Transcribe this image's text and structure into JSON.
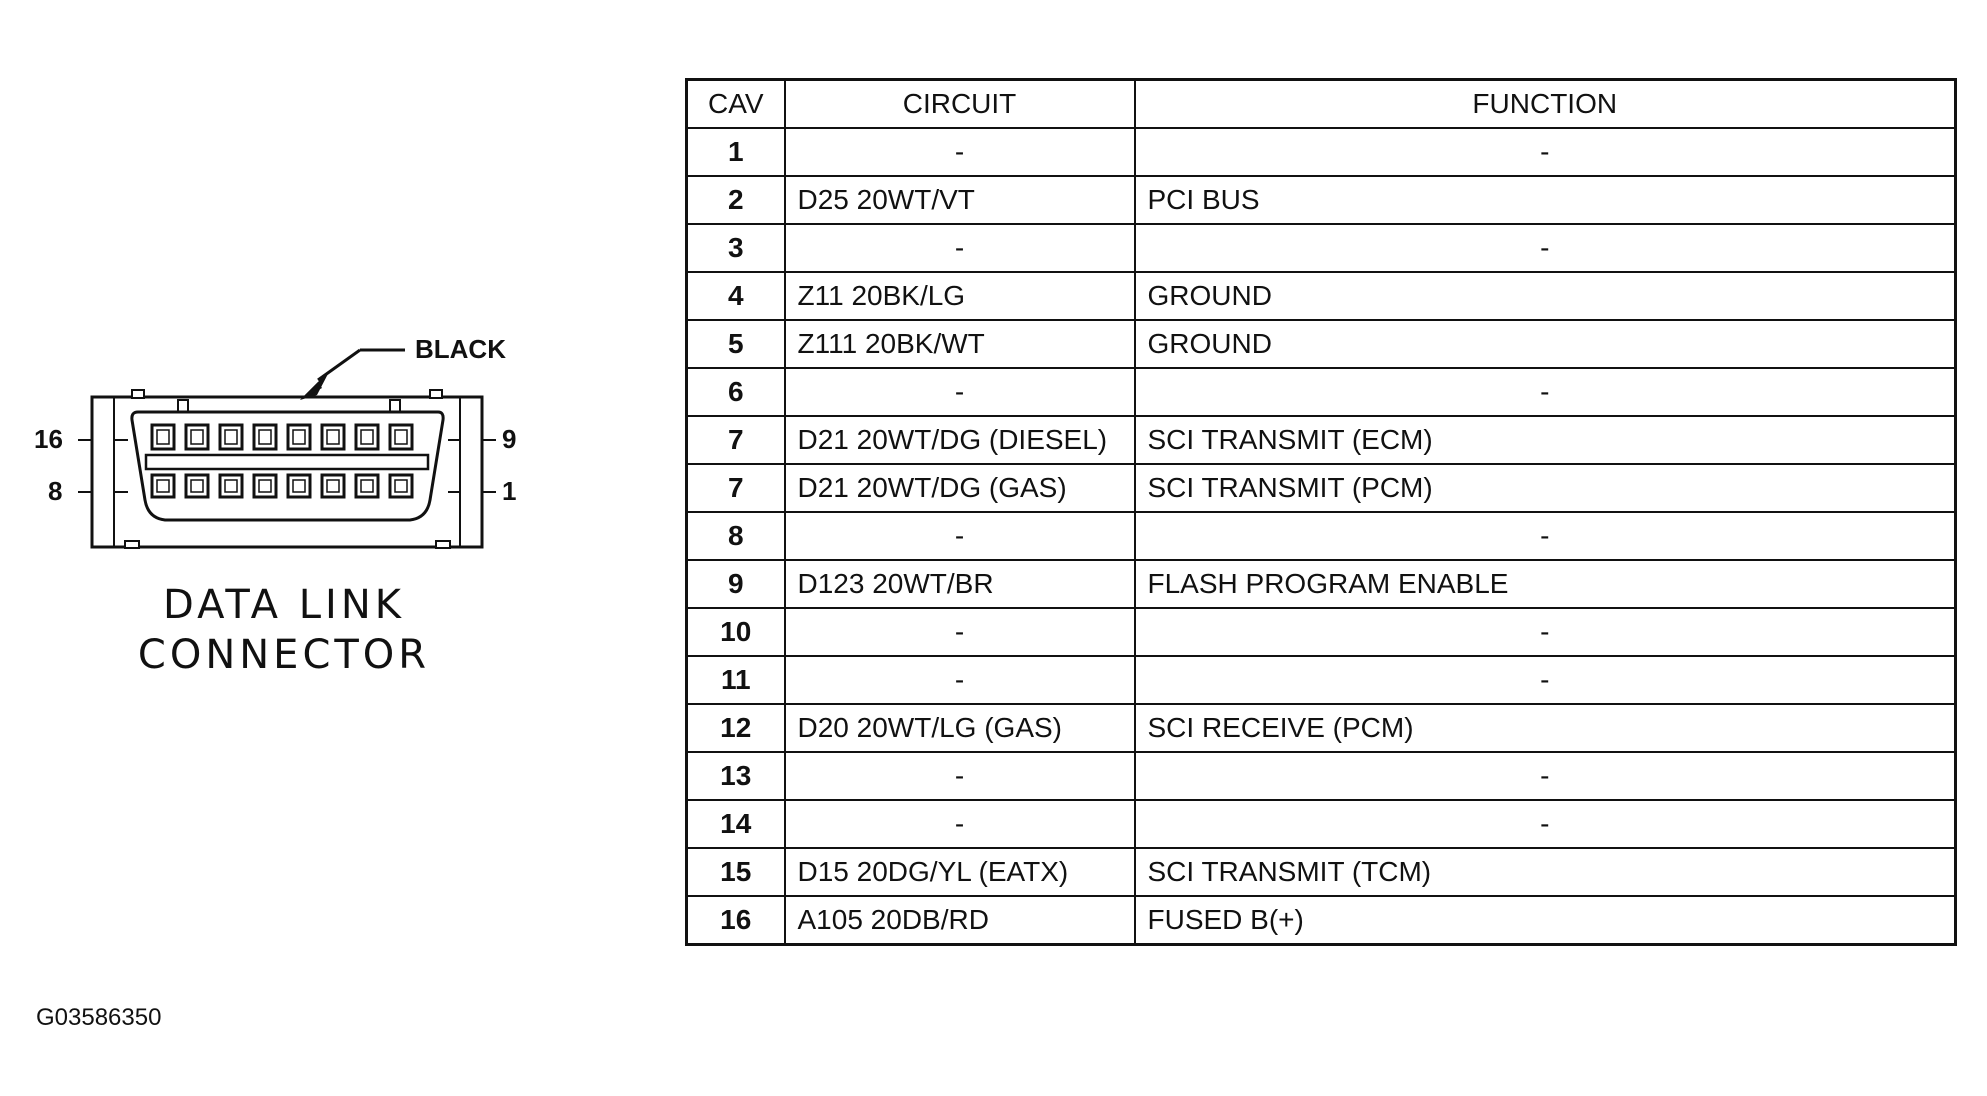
{
  "connector": {
    "color_label": "BLACK",
    "pin_16": "16",
    "pin_9": "9",
    "pin_8": "8",
    "pin_1": "1",
    "caption_line1": "DATA LINK",
    "caption_line2": "CONNECTOR"
  },
  "table": {
    "headers": [
      "CAV",
      "CIRCUIT",
      "FUNCTION"
    ],
    "rows": [
      {
        "cav": "1",
        "circuit": "-",
        "function": "-"
      },
      {
        "cav": "2",
        "circuit": "D25 20WT/VT",
        "function": "PCI BUS"
      },
      {
        "cav": "3",
        "circuit": "-",
        "function": "-"
      },
      {
        "cav": "4",
        "circuit": "Z11 20BK/LG",
        "function": "GROUND"
      },
      {
        "cav": "5",
        "circuit": "Z111 20BK/WT",
        "function": "GROUND"
      },
      {
        "cav": "6",
        "circuit": "-",
        "function": "-"
      },
      {
        "cav": "7",
        "circuit": "D21 20WT/DG (DIESEL)",
        "function": "SCI TRANSMIT (ECM)"
      },
      {
        "cav": "7",
        "circuit": "D21 20WT/DG (GAS)",
        "function": "SCI TRANSMIT (PCM)"
      },
      {
        "cav": "8",
        "circuit": "-",
        "function": "-"
      },
      {
        "cav": "9",
        "circuit": "D123 20WT/BR",
        "function": "FLASH PROGRAM ENABLE"
      },
      {
        "cav": "10",
        "circuit": "-",
        "function": "-"
      },
      {
        "cav": "11",
        "circuit": "-",
        "function": "-"
      },
      {
        "cav": "12",
        "circuit": "D20 20WT/LG (GAS)",
        "function": "SCI RECEIVE (PCM)"
      },
      {
        "cav": "13",
        "circuit": "-",
        "function": "-"
      },
      {
        "cav": "14",
        "circuit": "-",
        "function": "-"
      },
      {
        "cav": "15",
        "circuit": "D15 20DG/YL (EATX)",
        "function": "SCI TRANSMIT (TCM)"
      },
      {
        "cav": "16",
        "circuit": "A105 20DB/RD",
        "function": "FUSED B(+)"
      }
    ]
  },
  "figure_id": "G03586350"
}
